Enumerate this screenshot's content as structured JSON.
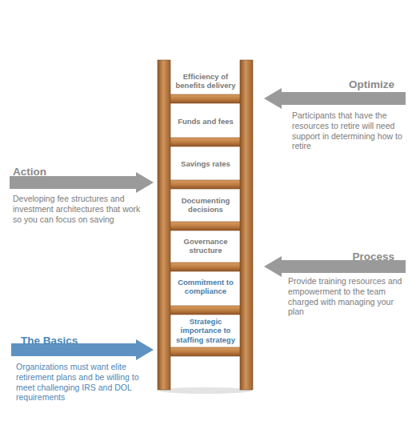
{
  "diagram": {
    "nodes": [
      {
        "text": [
          "Efficiency of benefits delivery",
          "Funds and fees",
          "Savings rates",
          "Documenting decisions",
          "Governance structure",
          "Commitment to compliance",
          "Strategic importance to staffing strategy"
        ]
      },
      {
        "text": [
          "Optimize",
          "Participants that have the resources to retire will need support in determining how to retire"
        ]
      },
      {
        "text": [
          "Action",
          "Developing fee structures and investment architectures that work so you can focus on saving"
        ]
      },
      {
        "text": [
          "Process",
          "Provide training resources and empowerment to the team charged with managing your plan"
        ]
      },
      {
        "text": [
          "The Basics",
          "Organizations must want elite retirement plans and be willing to meet challenging IRS and DOL requirements"
        ]
      }
    ]
  }
}
